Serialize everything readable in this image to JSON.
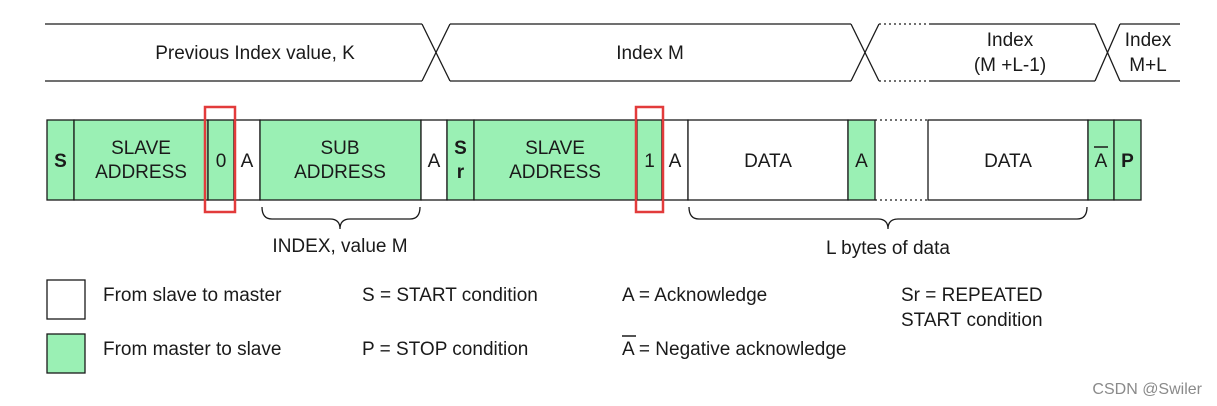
{
  "colors": {
    "master_fill": "#9af0b4",
    "slave_fill": "#ffffff",
    "stroke": "#1a1a1a",
    "highlight": "#e23b3b",
    "watermark": "#8a8a8a"
  },
  "index_bar": {
    "previous": "Previous Index value, K",
    "index_m": "Index M",
    "index_ml1_line1": "Index",
    "index_ml1_line2": "(M +L-1)",
    "index_ml_line1": "Index",
    "index_ml_line2": "M+L"
  },
  "frame": {
    "start": "S",
    "slave_addr_1_line1": "SLAVE",
    "slave_addr_1_line2": "ADDRESS",
    "rw_bit_1": "0",
    "ack_1": "A",
    "sub_addr_line1": "SUB",
    "sub_addr_line2": "ADDRESS",
    "ack_2": "A",
    "repeated_start_line1": "S",
    "repeated_start_line2": "r",
    "slave_addr_2_line1": "SLAVE",
    "slave_addr_2_line2": "ADDRESS",
    "rw_bit_2": "1",
    "ack_3": "A",
    "data_1": "DATA",
    "ack_4": "A",
    "data_2": "DATA",
    "nack": "A",
    "stop": "P"
  },
  "braces": {
    "index_value": "INDEX, value M",
    "l_bytes": "L bytes of data"
  },
  "legend": {
    "slave_to_master": "From slave to master",
    "master_to_slave": "From master to slave",
    "start_def": "S = START condition",
    "stop_def": "P = STOP condition",
    "ack_def": "A = Acknowledge",
    "nack_def_letter": "A",
    "nack_def_text": " = Negative acknowledge",
    "sr_def_line1": "Sr = REPEATED",
    "sr_def_line2": "START condition"
  },
  "watermark": "CSDN @Swiler"
}
